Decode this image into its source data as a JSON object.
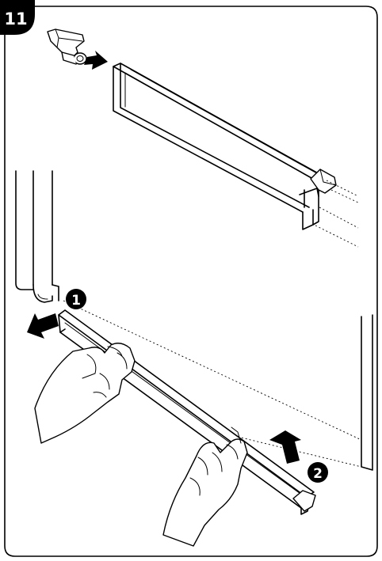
{
  "figure": {
    "step_number": "11",
    "callouts": [
      "1",
      "2"
    ]
  }
}
